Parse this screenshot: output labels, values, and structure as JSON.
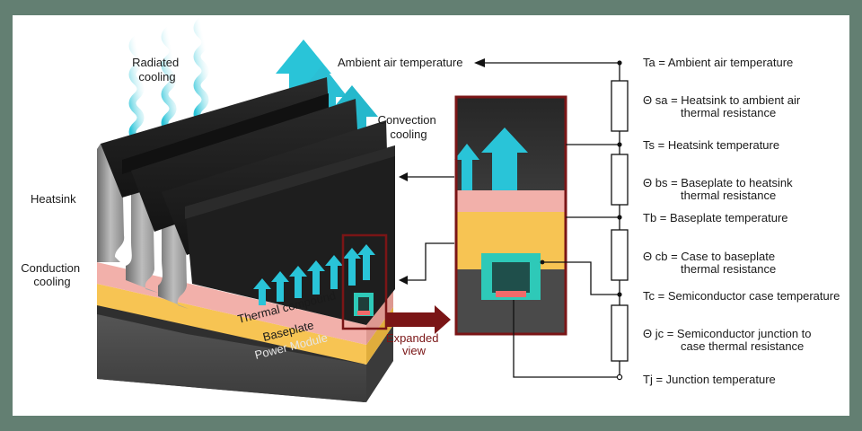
{
  "labels": {
    "radiated_cooling": [
      "Radiated",
      "cooling"
    ],
    "ambient_air_temperature": "Ambient air temperature",
    "convection_cooling": [
      "Convection",
      "cooling"
    ],
    "heatsink": "Heatsink",
    "conduction_cooling": [
      "Conduction",
      "cooling"
    ],
    "thermal_compound": "Thermal compound",
    "baseplate": "Baseplate",
    "power_module": "Power Module",
    "expanded_view": [
      "Expanded",
      "view"
    ]
  },
  "legend": [
    {
      "symbol": "Ta",
      "text": [
        "Ta = Ambient air temperature"
      ]
    },
    {
      "symbol": "Θ sa",
      "text": [
        "Θ sa = Heatsink to ambient air",
        "thermal resistance"
      ]
    },
    {
      "symbol": "Ts",
      "text": [
        "Ts = Heatsink temperature"
      ]
    },
    {
      "symbol": "Θ bs",
      "text": [
        "Θ bs = Baseplate to heatsink",
        "thermal resistance"
      ]
    },
    {
      "symbol": "Tb",
      "text": [
        "Tb = Baseplate temperature"
      ]
    },
    {
      "symbol": "Θ cb",
      "text": [
        "Θ cb = Case to baseplate",
        "thermal resistance"
      ]
    },
    {
      "symbol": "Tc",
      "text": [
        "Tc = Semiconductor case temperature"
      ]
    },
    {
      "symbol": "Θ jc",
      "text": [
        "Θ jc = Semiconductor junction to",
        "case thermal resistance"
      ]
    },
    {
      "symbol": "Tj",
      "text": [
        "Tj = Junction temperature"
      ]
    }
  ],
  "colors": {
    "background_border": "#637f72",
    "heatsink_dark": "#1c1c1c",
    "thermal_compound": "#f2b0aa",
    "baseplate": "#f7c453",
    "power_module": "#4d4d4d",
    "arrow_cyan": "#29c4d8",
    "expanded_frame": "#7a1516",
    "die_teal": "#2ec9b8",
    "die_red": "#f06a6a"
  }
}
